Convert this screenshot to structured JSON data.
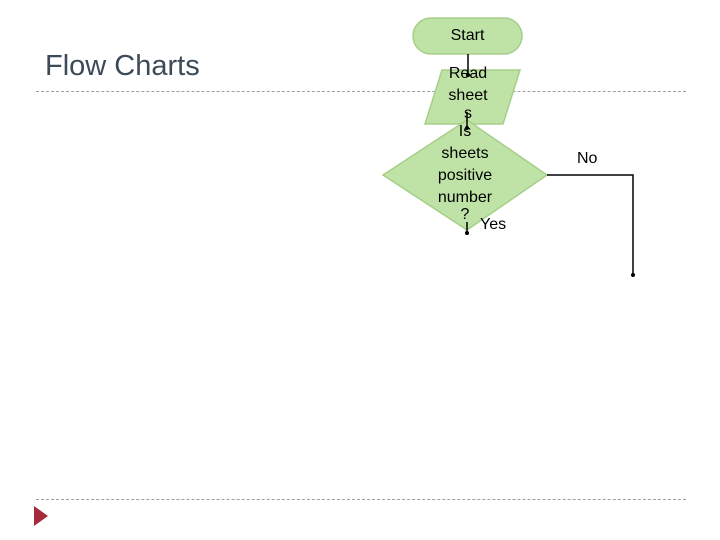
{
  "slide": {
    "title": "Flow Charts"
  },
  "flowchart": {
    "start_label": "Start",
    "read_label": [
      "Read",
      "sheet",
      "s"
    ],
    "decision_label": [
      "Is",
      "sheets",
      "positive",
      "number",
      "?"
    ],
    "yes_label": "Yes",
    "no_label": "No"
  },
  "colors": {
    "shape_fill": "#bfe3a6",
    "shape_stroke": "#a5cf88",
    "accent": "#a52a3c",
    "title_text": "#3c4a5a"
  }
}
